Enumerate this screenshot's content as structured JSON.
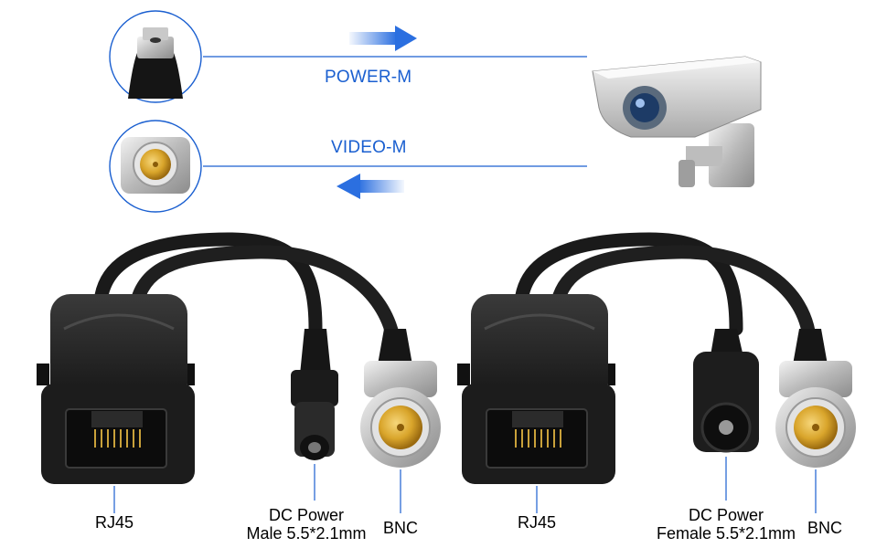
{
  "diagram": {
    "power_flow_label": "POWER-M",
    "video_flow_label": "VIDEO-M",
    "icons": {
      "power": "dc-plug-icon",
      "video": "bnc-connector-icon",
      "camera": "cctv-camera-icon"
    },
    "colors": {
      "flow_line": "#1a5fd0",
      "arrow": "#2b6fe0",
      "cable": "#1a1a1a",
      "gold": "#d9a52b"
    }
  },
  "baluns": [
    {
      "rj45_label": "RJ45",
      "dc_label_line1": "DC Power",
      "dc_label_line2": "Male 5.5*2.1mm",
      "bnc_label": "BNC"
    },
    {
      "rj45_label": "RJ45",
      "dc_label_line1": "DC Power",
      "dc_label_line2": "Female 5.5*2.1mm",
      "bnc_label": "BNC"
    }
  ]
}
